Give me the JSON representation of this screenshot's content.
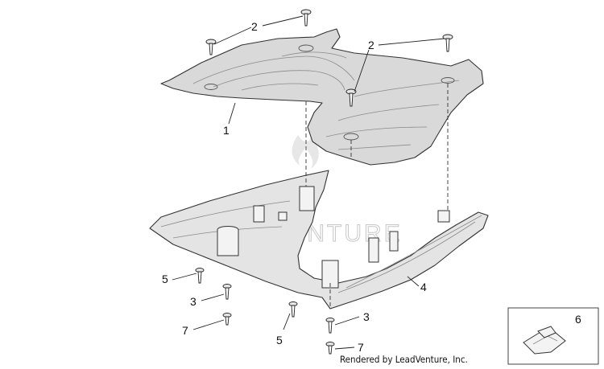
{
  "callouts": {
    "c1": "1",
    "c2a": "2",
    "c2b": "2",
    "c3a": "3",
    "c3b": "3",
    "c4": "4",
    "c5a": "5",
    "c5b": "5",
    "c6": "6",
    "c7a": "7",
    "c7b": "7"
  },
  "watermark": "LEADVENTURE",
  "credit": "Rendered by LeadVenture, Inc.",
  "colors": {
    "line": "#333333",
    "part_fill": "#d9d9d9",
    "background": "#ffffff"
  }
}
